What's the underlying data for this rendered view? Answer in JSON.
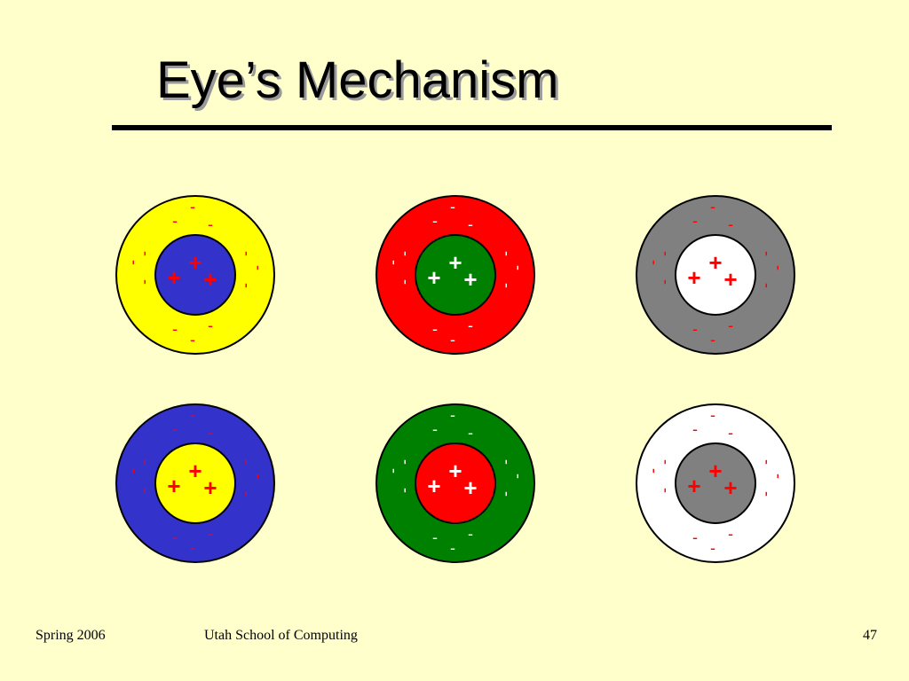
{
  "slide": {
    "title": "Eye’s Mechanism",
    "background_color": "#FFFFCC",
    "rule_color": "#000000"
  },
  "footer": {
    "left": "Spring 2006",
    "center": "Utah School of Computing",
    "right": "47"
  },
  "colors": {
    "yellow": "#FFFF00",
    "blue": "#3333CC",
    "red": "#FF0000",
    "green": "#008000",
    "gray": "#808080",
    "white": "#FFFFFF"
  },
  "diagram": {
    "signs": {
      "center": "+",
      "surround": "-"
    },
    "cells": [
      {
        "name": "yellow-surround-blue-center",
        "outer": "#FFFF00",
        "inner": "#3333CC",
        "center_sign_color": "#FF0000",
        "surround_sign_color": "#FF0000"
      },
      {
        "name": "red-surround-green-center",
        "outer": "#FF0000",
        "inner": "#008000",
        "center_sign_color": "#FFFFFF",
        "surround_sign_color": "#FFFFFF"
      },
      {
        "name": "gray-surround-white-center",
        "outer": "#808080",
        "inner": "#FFFFFF",
        "center_sign_color": "#FF0000",
        "surround_sign_color": "#FF0000"
      },
      {
        "name": "blue-surround-yellow-center",
        "outer": "#3333CC",
        "inner": "#FFFF00",
        "center_sign_color": "#FF0000",
        "surround_sign_color": "#FF0000"
      },
      {
        "name": "green-surround-red-center",
        "outer": "#008000",
        "inner": "#FF0000",
        "center_sign_color": "#FFFFFF",
        "surround_sign_color": "#FFFFFF"
      },
      {
        "name": "white-surround-gray-center",
        "outer": "#FFFFFF",
        "inner": "#808080",
        "center_sign_color": "#FF0000",
        "surround_sign_color": "#FF0000"
      }
    ]
  }
}
